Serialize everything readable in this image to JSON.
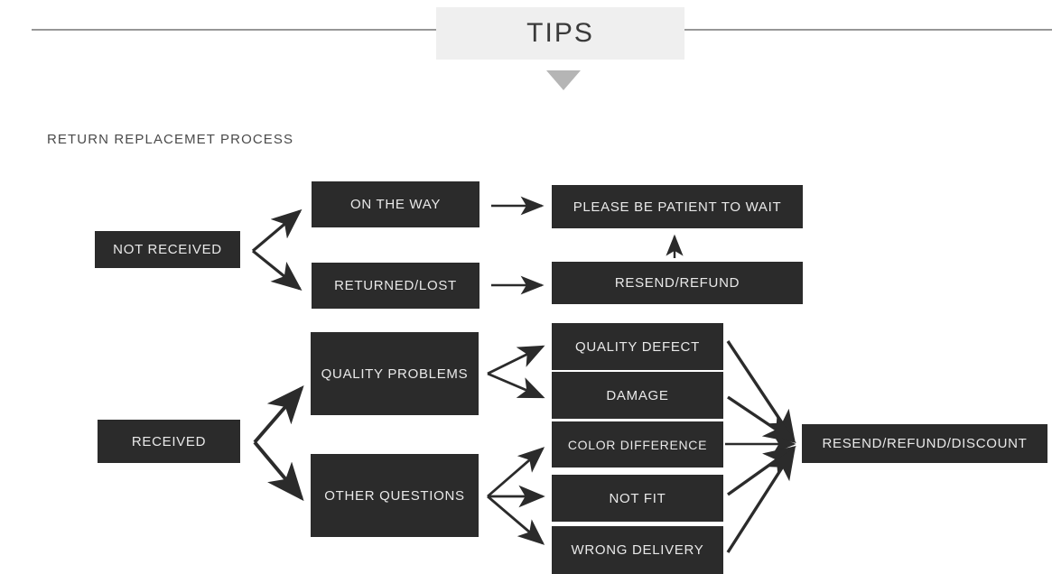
{
  "header": {
    "tips_label": "TIPS",
    "caret_icon": "triangle-down-icon",
    "divider_icon": "horizontal-rule-icon"
  },
  "section": {
    "title": "RETURN REPLACEMET PROCESS"
  },
  "colors": {
    "node_fill": "#2b2b2b",
    "node_text": "#e9e9e9",
    "panel_fill": "#efefef",
    "caret_fill": "#b5b5b5",
    "page_background": "#ffffff",
    "arrow_stroke": "#2b2b2b"
  },
  "flow": {
    "nodes": [
      {
        "id": "not_received",
        "label": "NOT RECEIVED"
      },
      {
        "id": "on_the_way",
        "label": "ON THE WAY"
      },
      {
        "id": "returned_lost",
        "label": "RETURNED/LOST"
      },
      {
        "id": "please_wait",
        "label": "PLEASE BE PATIENT TO WAIT"
      },
      {
        "id": "resend_refund",
        "label": "RESEND/REFUND"
      },
      {
        "id": "received",
        "label": "RECEIVED"
      },
      {
        "id": "quality_problems",
        "label": "QUALITY PROBLEMS"
      },
      {
        "id": "other_questions",
        "label": "OTHER QUESTIONS"
      },
      {
        "id": "quality_defect",
        "label": "QUALITY DEFECT"
      },
      {
        "id": "damage",
        "label": "DAMAGE"
      },
      {
        "id": "color_difference",
        "label": "COLOR DIFFERENCE"
      },
      {
        "id": "not_fit",
        "label": "NOT FIT"
      },
      {
        "id": "wrong_delivery",
        "label": "WRONG DELIVERY"
      },
      {
        "id": "final_outcome",
        "label": "RESEND/REFUND/DISCOUNT"
      }
    ],
    "edges": [
      {
        "from": "not_received",
        "to": "on_the_way"
      },
      {
        "from": "not_received",
        "to": "returned_lost"
      },
      {
        "from": "on_the_way",
        "to": "please_wait"
      },
      {
        "from": "returned_lost",
        "to": "resend_refund"
      },
      {
        "from": "resend_refund",
        "to": "please_wait"
      },
      {
        "from": "received",
        "to": "quality_problems"
      },
      {
        "from": "received",
        "to": "other_questions"
      },
      {
        "from": "quality_problems",
        "to": "quality_defect"
      },
      {
        "from": "quality_problems",
        "to": "damage"
      },
      {
        "from": "other_questions",
        "to": "color_difference"
      },
      {
        "from": "other_questions",
        "to": "not_fit"
      },
      {
        "from": "other_questions",
        "to": "wrong_delivery"
      },
      {
        "from": "quality_defect",
        "to": "final_outcome"
      },
      {
        "from": "damage",
        "to": "final_outcome"
      },
      {
        "from": "color_difference",
        "to": "final_outcome"
      },
      {
        "from": "not_fit",
        "to": "final_outcome"
      },
      {
        "from": "wrong_delivery",
        "to": "final_outcome"
      }
    ]
  }
}
